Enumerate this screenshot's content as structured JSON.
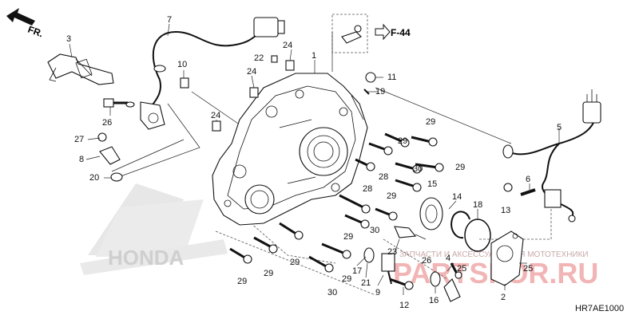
{
  "diagram": {
    "direction_label": "FR.",
    "ref_label": "F-44",
    "code": "HR7AE1000",
    "watermark_brand": "HONDA",
    "watermark_site": "PARTSFOR.RU",
    "watermark_tag": "ЗАПЧАСТИ И АКСЕССУАРЫ ДЛЯ МОТОТЕХНИКИ"
  },
  "callouts": [
    "1",
    "2",
    "3",
    "4",
    "5",
    "6",
    "7",
    "8",
    "9",
    "10",
    "11",
    "12",
    "13",
    "14",
    "15",
    "16",
    "17",
    "18",
    "19",
    "20",
    "21",
    "22",
    "23",
    "24",
    "25",
    "26",
    "27",
    "28",
    "29",
    "30"
  ]
}
